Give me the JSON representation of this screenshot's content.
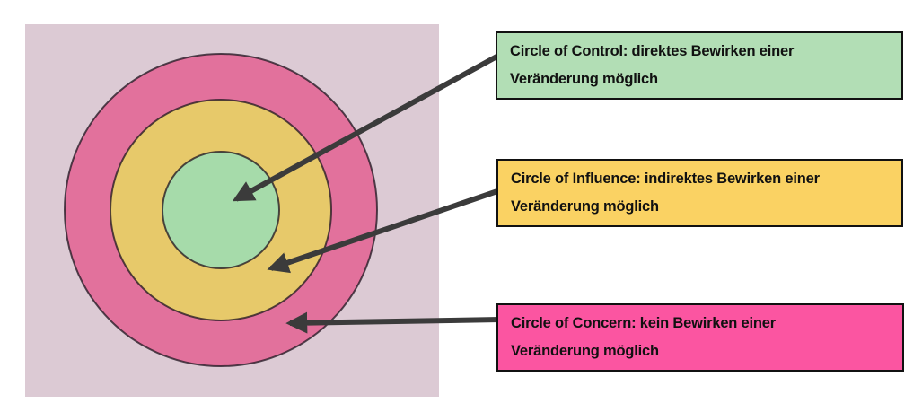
{
  "panel": {
    "bg": "#dccad4",
    "circle_stroke": "#241a24",
    "arrow_color": "#3b3b3b",
    "circle_colors": {
      "concern": "#e2719c",
      "influence": "#e7c96a",
      "control": "#a6dbaa"
    }
  },
  "labels": [
    {
      "id": "control",
      "bg": "#b2deb5",
      "border": "#111111",
      "text": "Circle of Control: direktes Bewirken einer\nVeränderung möglich"
    },
    {
      "id": "influence",
      "bg": "#fad263",
      "border": "#111111",
      "text": "Circle of Influence: indirektes Bewirken einer\nVeränderung möglich"
    },
    {
      "id": "concern",
      "bg": "#fb55a1",
      "border": "#111111",
      "text": "Circle of Concern: kein Bewirken einer\nVeränderung möglich"
    }
  ]
}
